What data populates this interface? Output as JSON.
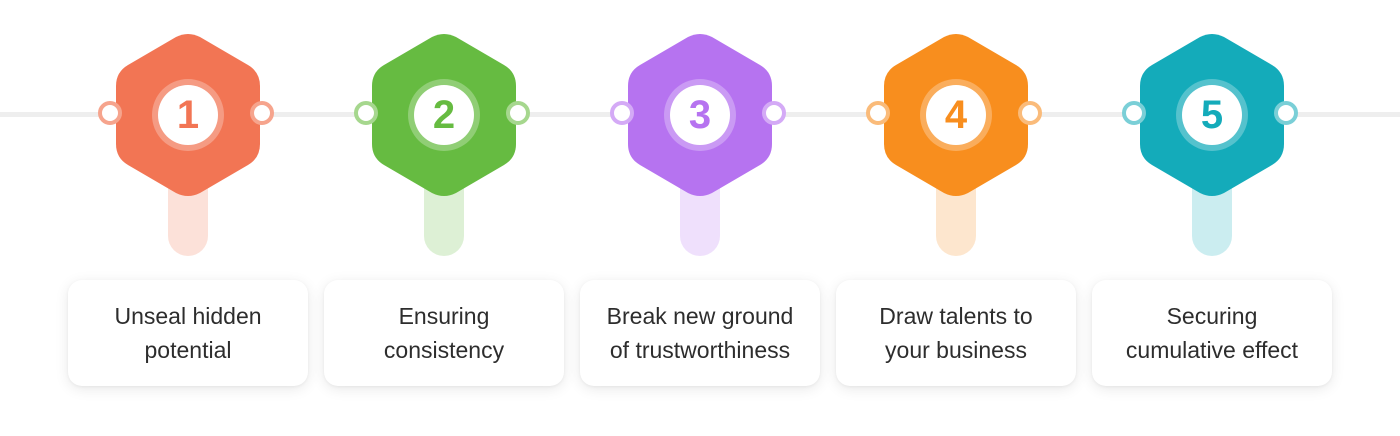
{
  "steps": [
    {
      "number": "1",
      "label_lines": [
        "Unseal hidden",
        "potential"
      ],
      "color": "#F27554"
    },
    {
      "number": "2",
      "label_lines": [
        "Ensuring",
        "consistency"
      ],
      "color": "#66BB41"
    },
    {
      "number": "3",
      "label_lines": [
        "Break new ground",
        "of trustworthiness"
      ],
      "color": "#B673F0"
    },
    {
      "number": "4",
      "label_lines": [
        "Draw talents to",
        "your business"
      ],
      "color": "#F88E1E"
    },
    {
      "number": "5",
      "label_lines": [
        "Securing",
        "cumulative effect"
      ],
      "color": "#14ABBA"
    }
  ]
}
